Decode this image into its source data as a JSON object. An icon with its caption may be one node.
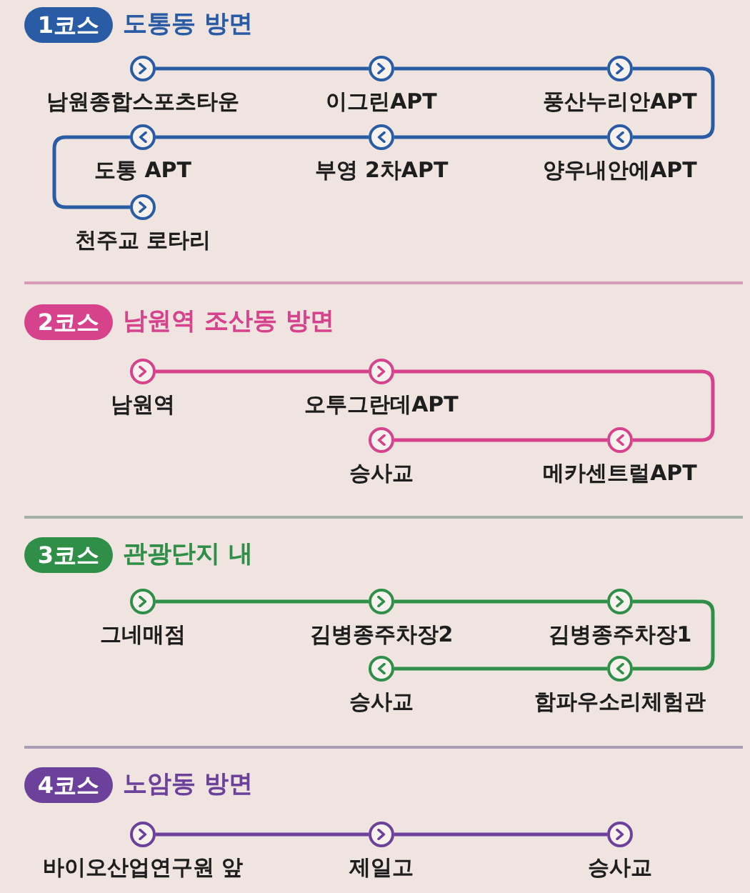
{
  "diagram": {
    "nodes": [
      {
        "text": [
          "1코스"
        ],
        "beside": [
          "도통동 방면"
        ]
      },
      {
        "text": [
          "남원종합스포츠타운"
        ]
      },
      {
        "text": [
          "이그린APT"
        ]
      },
      {
        "text": [
          "풍산누리안APT"
        ]
      },
      {
        "text": [
          "도통 APT"
        ]
      },
      {
        "text": [
          "부영 2차APT"
        ]
      },
      {
        "text": [
          "양우내안에APT"
        ]
      },
      {
        "text": [
          "천주교 로타리"
        ]
      },
      {
        "text": [
          "2코스"
        ],
        "beside": [
          "남원역 조산동 방면"
        ]
      },
      {
        "text": [
          "남원역"
        ]
      },
      {
        "text": [
          "오투그란데APT"
        ]
      },
      {
        "text": [
          "승사교"
        ]
      },
      {
        "text": [
          "메카센트럴APT"
        ]
      },
      {
        "text": [
          "3코스"
        ],
        "beside": [
          "관광단지 내"
        ]
      },
      {
        "text": [
          "그네매점"
        ]
      },
      {
        "text": [
          "김병종주차장2"
        ]
      },
      {
        "text": [
          "김병종주차장1"
        ]
      },
      {
        "text": [
          "승사교"
        ]
      },
      {
        "text": [
          "함파우소리체험관"
        ]
      },
      {
        "text": [
          "4코스"
        ],
        "beside": [
          "노암동 방면"
        ]
      },
      {
        "text": [
          "바이오산업연구원 앞"
        ]
      },
      {
        "text": [
          "제일고"
        ]
      },
      {
        "text": [
          "승사교"
        ]
      }
    ],
    "edges": [
      {
        "from": 1,
        "to": 2,
        "arrow": "none"
      },
      {
        "from": 2,
        "to": 3,
        "arrow": "none"
      },
      {
        "from": 3,
        "to": 6,
        "arrow": "none"
      },
      {
        "from": 6,
        "to": 5,
        "arrow": "none"
      },
      {
        "from": 5,
        "to": 4,
        "arrow": "none"
      },
      {
        "from": 4,
        "to": 7,
        "arrow": "none"
      },
      {
        "from": 9,
        "to": 10,
        "arrow": "none",
        "color": "#d6428c"
      },
      {
        "from": 10,
        "to": 12,
        "arrow": "none",
        "color": "#d6428c"
      },
      {
        "from": 12,
        "to": 11,
        "arrow": "none",
        "color": "#d6428c"
      },
      {
        "from": 14,
        "to": 15,
        "arrow": "none",
        "color": "#2f8f48"
      },
      {
        "from": 15,
        "to": 16,
        "arrow": "none",
        "color": "#2f8f48"
      },
      {
        "from": 16,
        "to": 18,
        "arrow": "none",
        "color": "#2f8f48"
      },
      {
        "from": 18,
        "to": 17,
        "arrow": "none",
        "color": "#2f8f48"
      },
      {
        "from": 20,
        "to": 21,
        "arrow": "none",
        "color": "#6b419c"
      },
      {
        "from": 21,
        "to": 22,
        "arrow": "none",
        "color": "#6b419c"
      }
    ]
  }
}
